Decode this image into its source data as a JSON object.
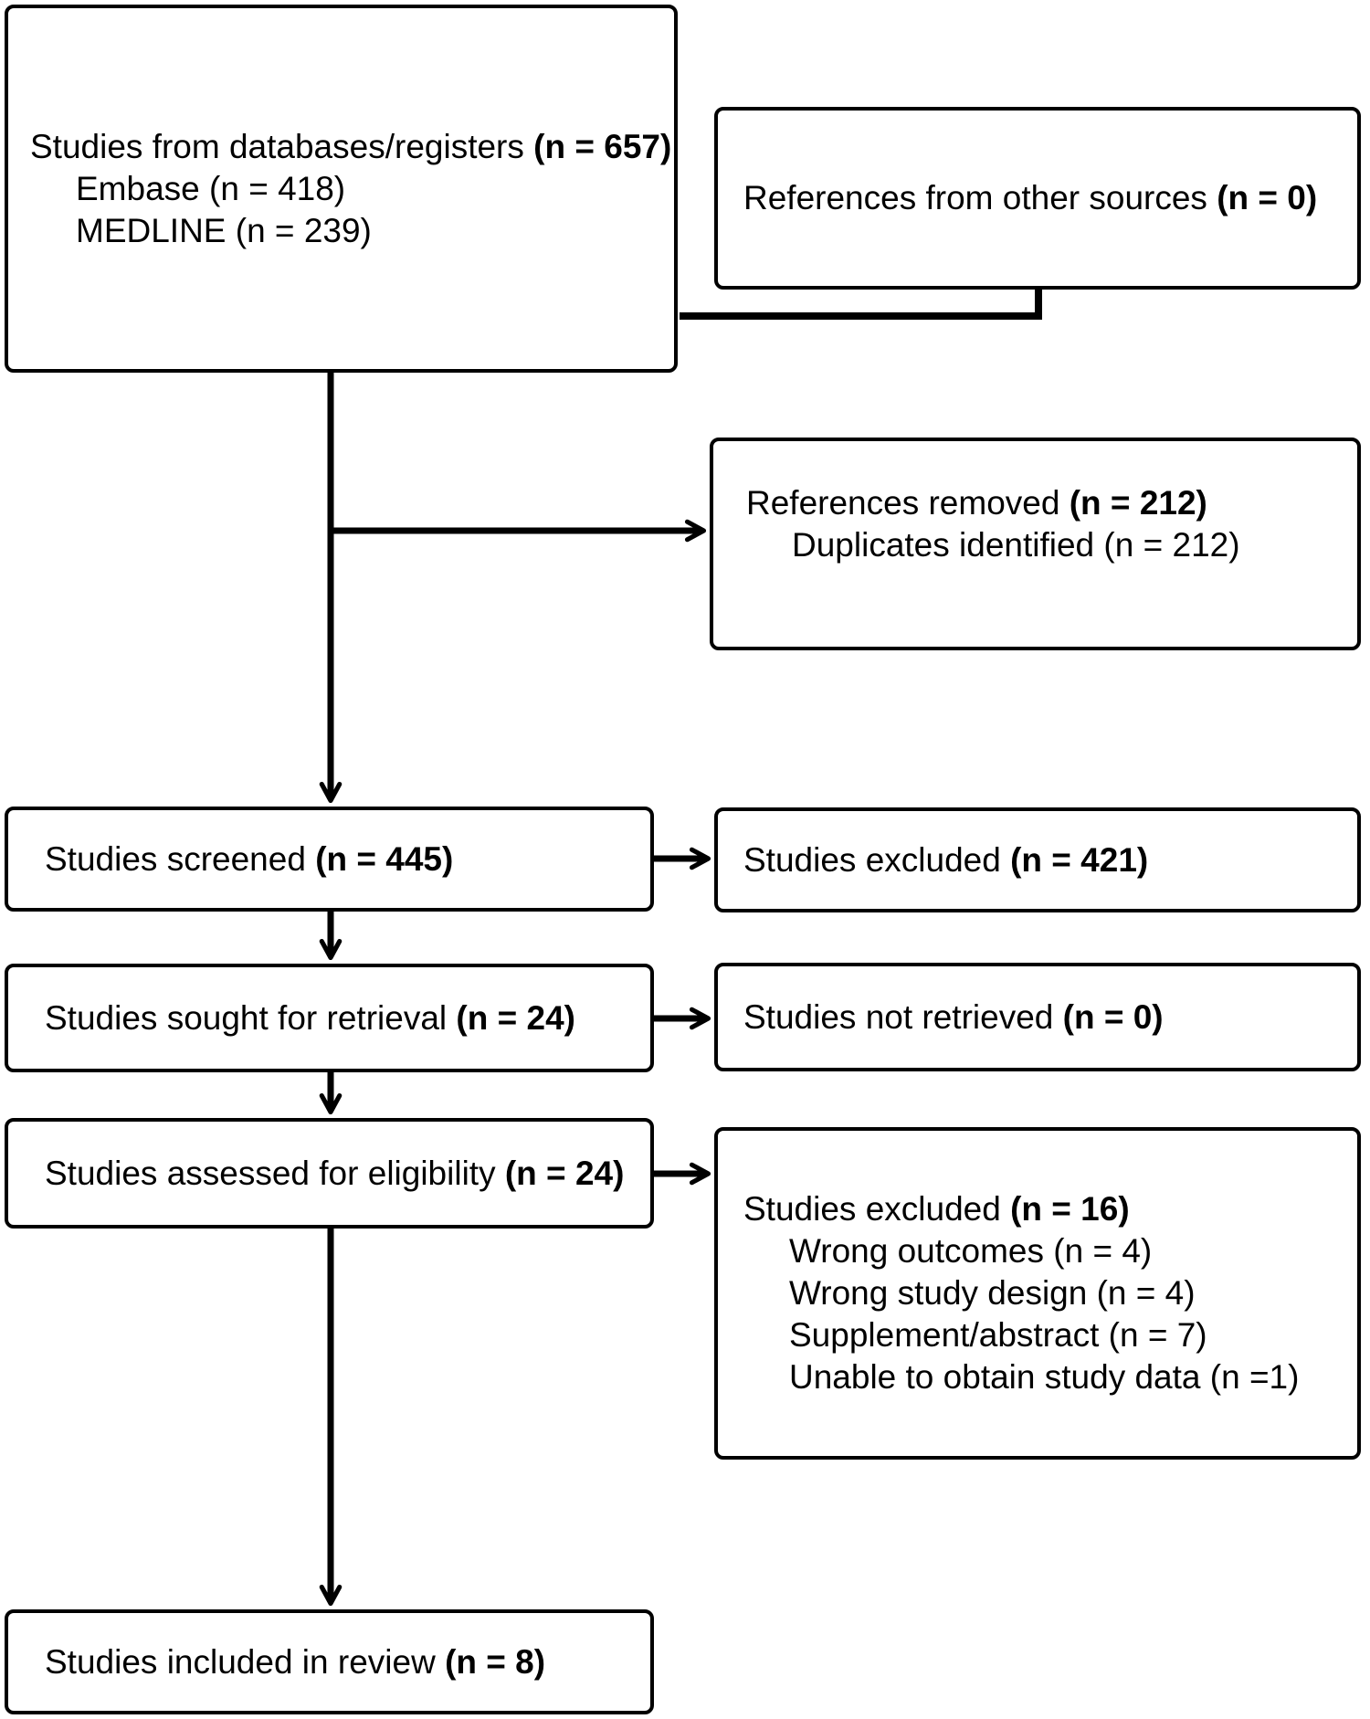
{
  "diagram": {
    "kind": "prisma-flow-diagram",
    "colors": {
      "line": "#000000",
      "background": "#ffffff",
      "box_fill": "#ffffff",
      "text": "#000000"
    },
    "boxes": {
      "databases": {
        "title": "Studies from databases/registers ",
        "count": "(n = 657)",
        "items": [
          "Embase (n = 418)",
          "MEDLINE (n = 239)"
        ]
      },
      "other_sources": {
        "title": "References from other sources ",
        "count": "(n = 0)"
      },
      "removed": {
        "title": "References removed ",
        "count": "(n = 212)",
        "items": [
          "Duplicates identified (n = 212)"
        ]
      },
      "screened": {
        "title": "Studies screened ",
        "count": "(n = 445)"
      },
      "excluded_screening": {
        "title": "Studies excluded ",
        "count": "(n = 421)"
      },
      "sought": {
        "title": "Studies sought for retrieval ",
        "count": "(n = 24)"
      },
      "not_retrieved": {
        "title": "Studies not retrieved ",
        "count": "(n = 0)"
      },
      "assessed": {
        "title": "Studies assessed for eligibility ",
        "count": "(n = 24)"
      },
      "excluded_eligibility": {
        "title": "Studies excluded ",
        "count": "(n = 16)",
        "items": [
          "Wrong outcomes (n = 4)",
          "Wrong study design (n = 4)",
          "Supplement/abstract (n = 7)",
          "Unable to obtain study data (n =1)"
        ]
      },
      "included": {
        "title": "Studies included in review ",
        "count": "(n = 8)"
      }
    }
  }
}
